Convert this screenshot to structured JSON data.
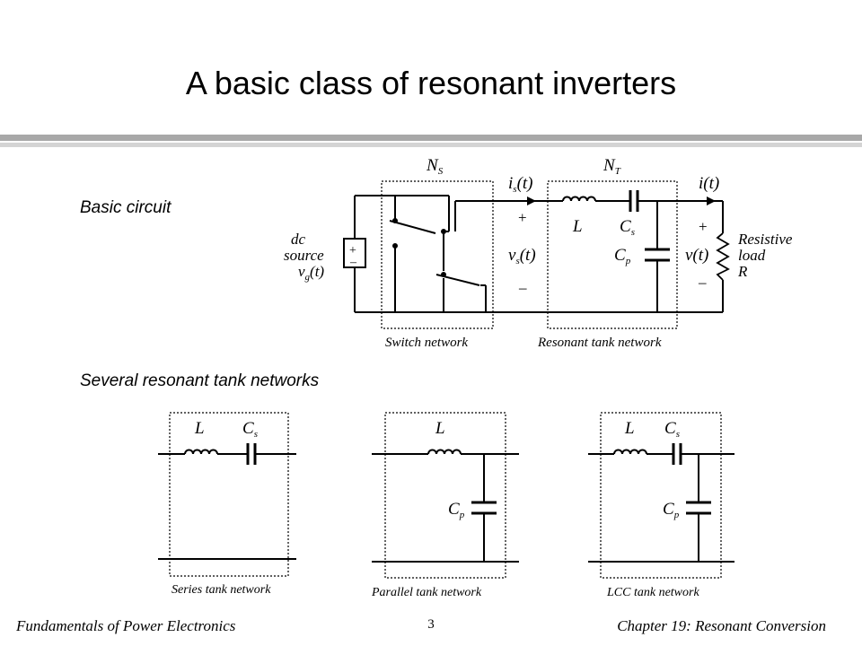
{
  "slide": {
    "title": "A basic class of resonant inverters",
    "page_number": "3"
  },
  "sections": {
    "basic_label": "Basic circuit",
    "several_label": "Several resonant tank networks"
  },
  "basic_circuit": {
    "ns": {
      "main": "N",
      "sub": "S"
    },
    "nt": {
      "main": "N",
      "sub": "T"
    },
    "is": {
      "main": "i",
      "sub": "s",
      "tail": "(t)"
    },
    "vs": {
      "main": "v",
      "sub": "s",
      "tail": "(t)"
    },
    "i_out": "i(t)",
    "v_out": "v(t)",
    "plus": "+",
    "minus": "–",
    "source_line1": "dc",
    "source_line2": "source",
    "vg": {
      "main": "v",
      "sub": "g",
      "tail": "(t)"
    },
    "L": "L",
    "Cs": {
      "main": "C",
      "sub": "s"
    },
    "Cp": {
      "main": "C",
      "sub": "p"
    },
    "load_line1": "Resistive",
    "load_line2": "load",
    "load_line3": "R",
    "switch_caption": "Switch network",
    "tank_caption": "Resonant tank network"
  },
  "tanks": [
    {
      "caption": "Series tank network",
      "L": "L",
      "Cs": {
        "main": "C",
        "sub": "s"
      }
    },
    {
      "caption": "Parallel tank network",
      "L": "L",
      "Cp": {
        "main": "C",
        "sub": "p"
      }
    },
    {
      "caption": "LCC tank network",
      "L": "L",
      "Cs": {
        "main": "C",
        "sub": "s"
      },
      "Cp": {
        "main": "C",
        "sub": "p"
      }
    }
  ],
  "footer": {
    "left": "Fundamentals of Power Electronics",
    "right": "Chapter 19: Resonant Conversion"
  }
}
